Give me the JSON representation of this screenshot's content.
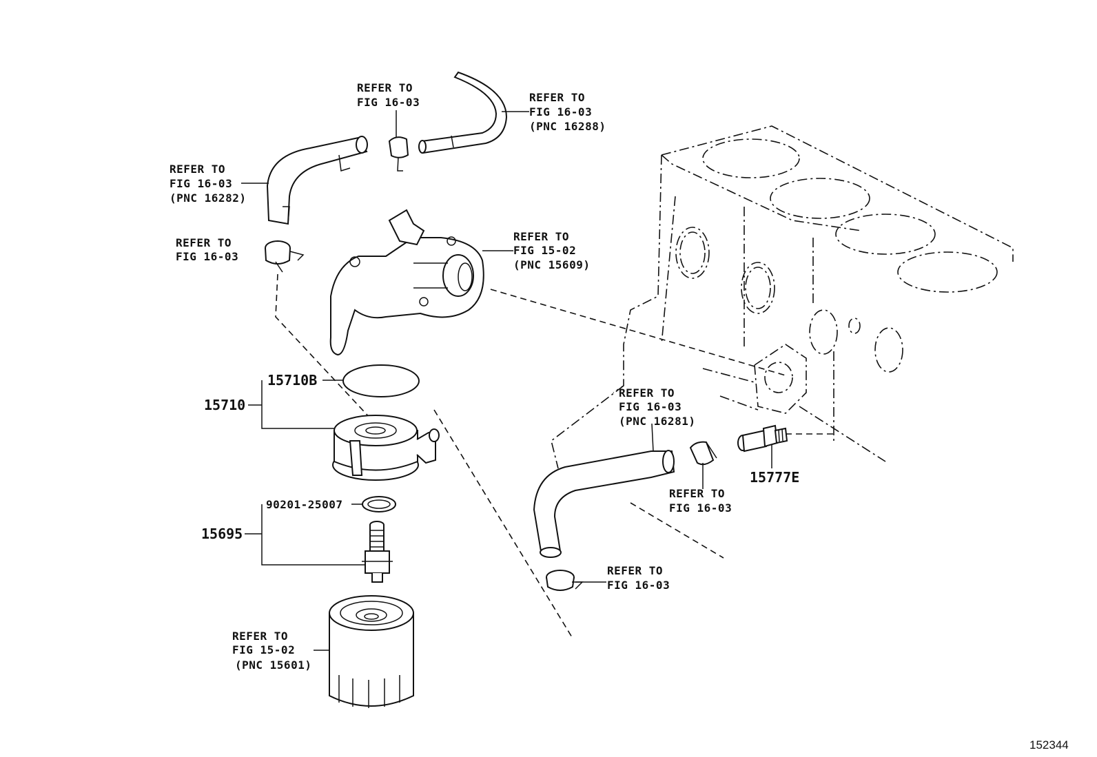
{
  "callouts": {
    "clamp_top": {
      "line1": "REFER TO",
      "line2": "FIG 16-03"
    },
    "hose_top_right": {
      "line1": "REFER TO",
      "line2": "FIG 16-03",
      "line3": "(PNC 16288)"
    },
    "hose_top_left": {
      "line1": "REFER TO",
      "line2": "FIG 16-03",
      "line3": "(PNC 16282)"
    },
    "clamp_left": {
      "line1": "REFER TO",
      "line2": "FIG 16-03"
    },
    "water_inlet": {
      "line1": "REFER TO",
      "line2": "FIG 15-02",
      "line3": "(PNC 15609)"
    },
    "hose_lower": {
      "line1": "REFER TO",
      "line2": "FIG 16-03",
      "line3": "(PNC 16281)"
    },
    "clamp_mid": {
      "line1": "REFER TO",
      "line2": "FIG 16-03"
    },
    "clamp_bottom": {
      "line1": "REFER TO",
      "line2": "FIG 16-03"
    },
    "oil_filter": {
      "line1": "REFER TO",
      "line2": "FIG 15-02",
      "line3": "(PNC 15601)"
    }
  },
  "part_numbers": {
    "oil_cooler_assy": "15710",
    "oil_cooler_ring": "15710B",
    "union_bolt_group": "15695",
    "gasket": "90201-25007",
    "union_fitting": "15777E"
  },
  "figure_id": "152344"
}
